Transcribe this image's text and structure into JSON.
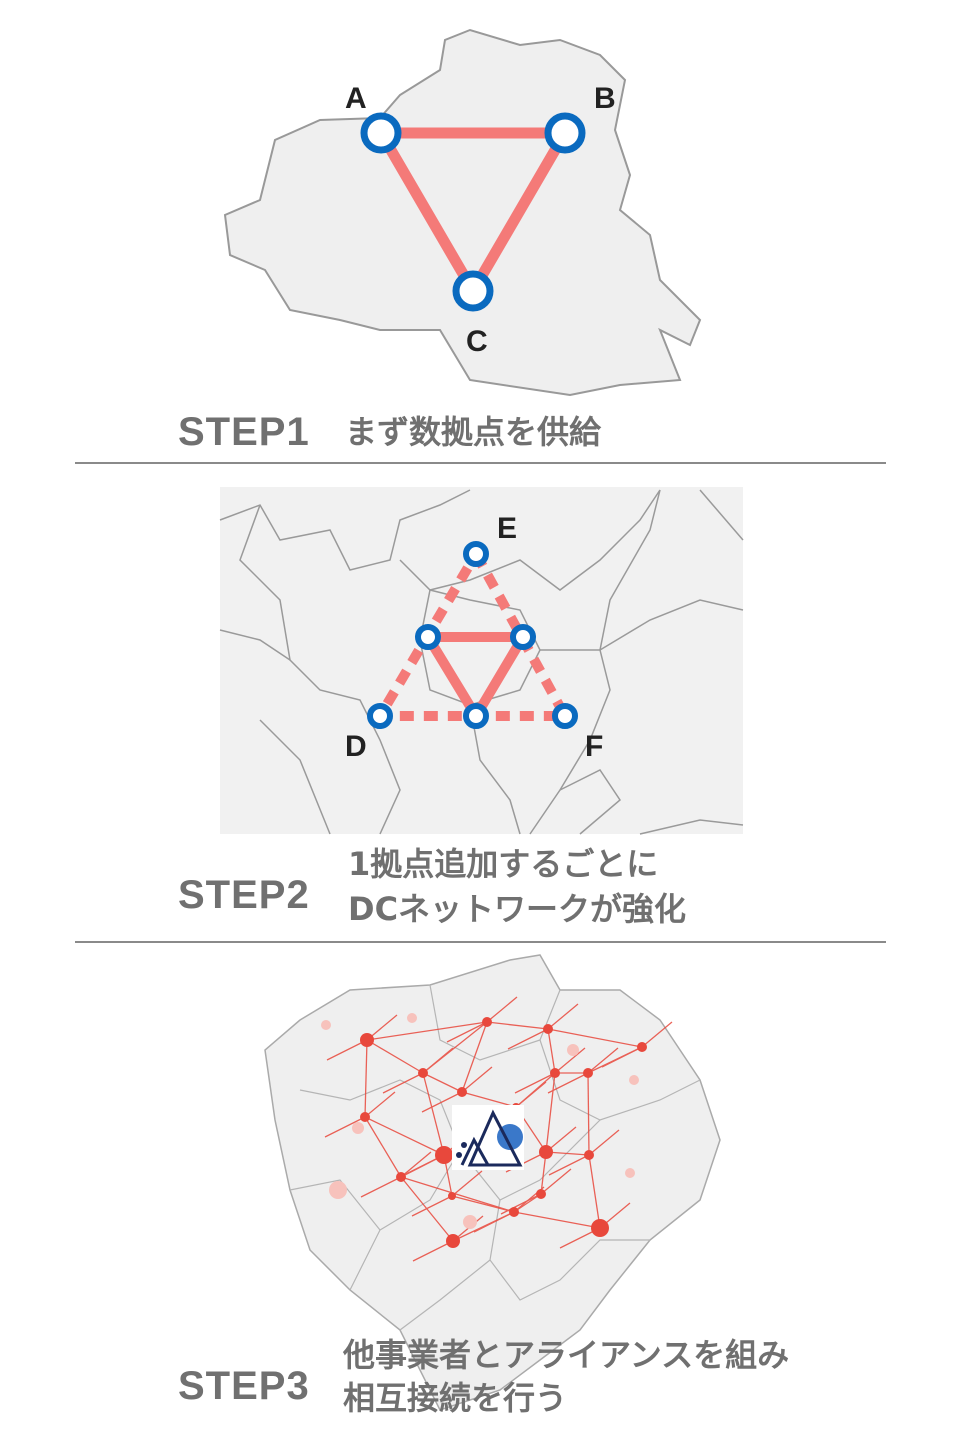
{
  "step1": {
    "label": "STEP1",
    "caption": "まず数拠点を供給",
    "nodes": [
      "A",
      "B",
      "C"
    ]
  },
  "step2": {
    "label": "STEP2",
    "caption_line1": "1拠点追加するごとに",
    "caption_line2": "DCネットワークが強化",
    "nodes": [
      "D",
      "E",
      "F"
    ]
  },
  "step3": {
    "label": "STEP3",
    "caption_line1": "他事業者とアライアンスを組み",
    "caption_line2": "相互接続を行う"
  },
  "colors": {
    "link": "#f47a78",
    "node": "#0a6abf",
    "map": "#efefef",
    "map_border": "#999999",
    "text": "#707070",
    "network": "#e8483c",
    "logo": "#1b2a5c"
  }
}
